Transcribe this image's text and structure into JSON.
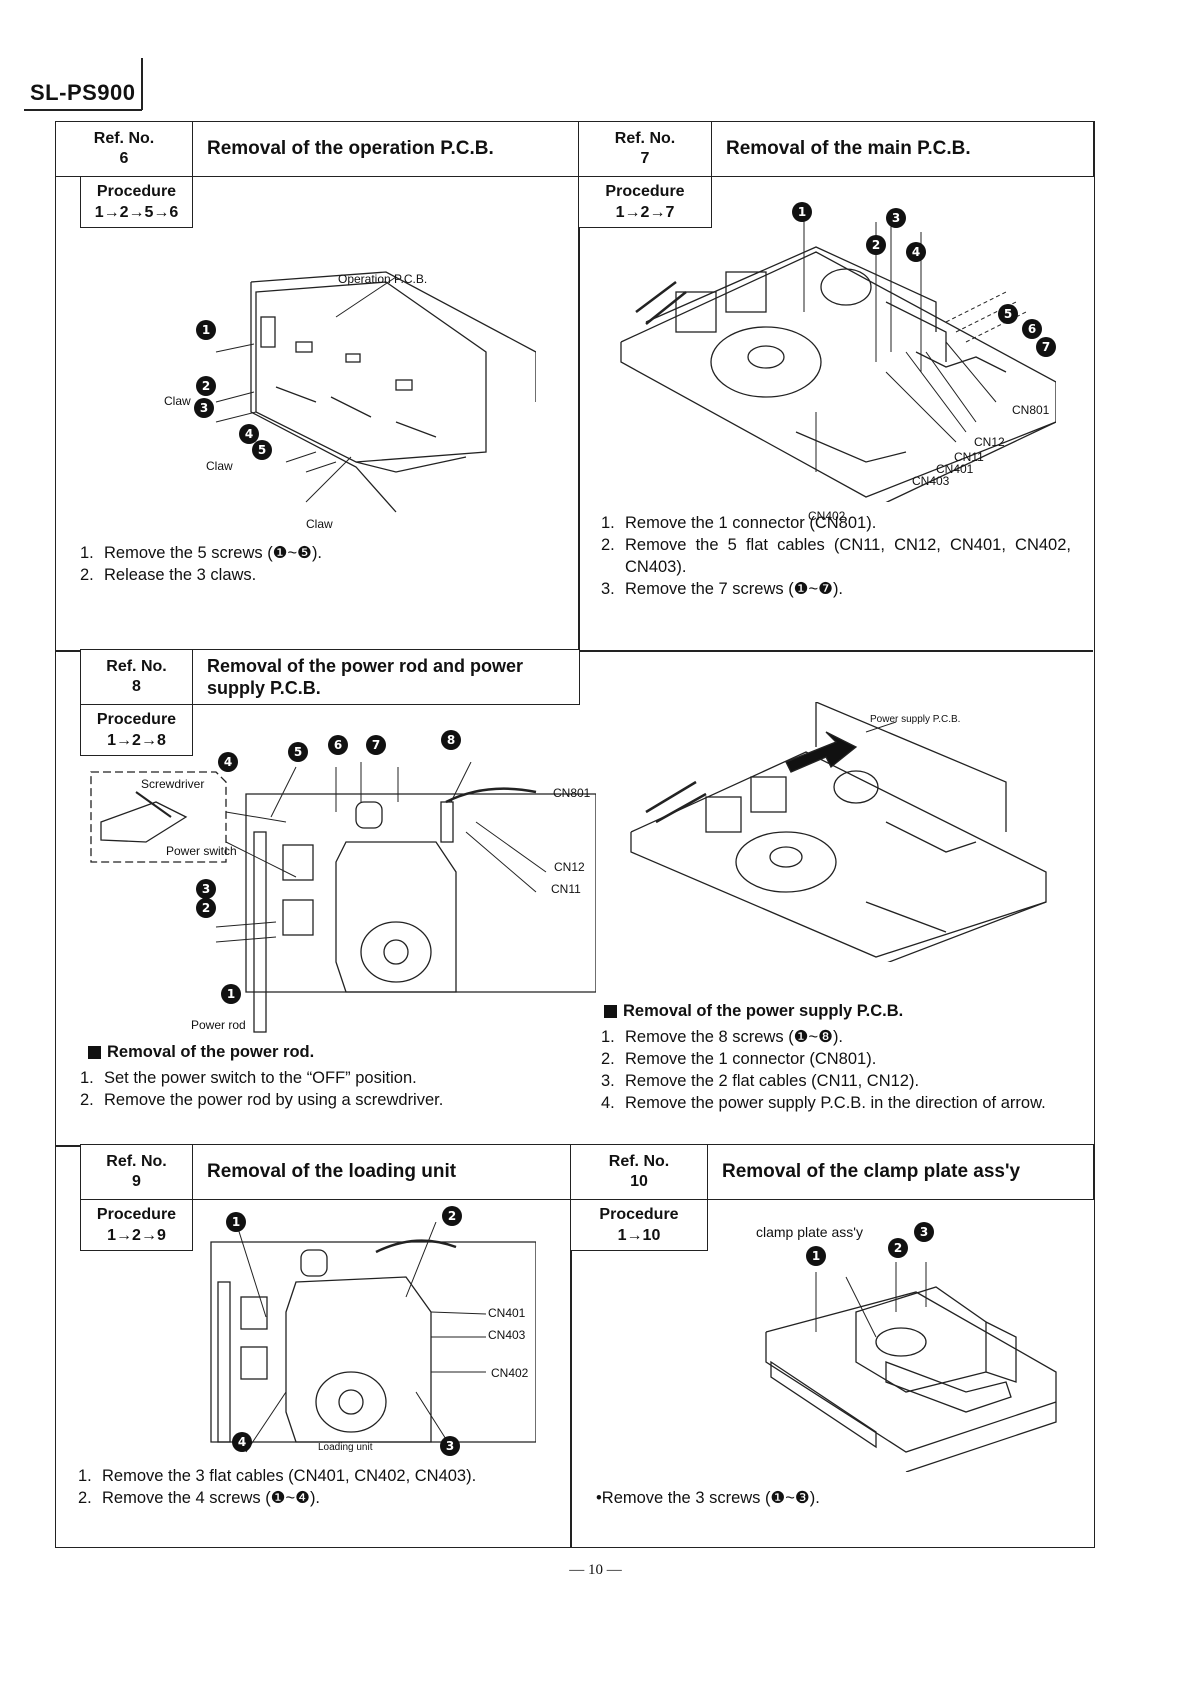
{
  "header": {
    "model": "SL-PS900"
  },
  "footer": {
    "page": "— 10 —"
  },
  "sections": {
    "s6": {
      "ref_label": "Ref. No.",
      "ref_no": "6",
      "title": "Removal of the operation P.C.B.",
      "proc_label": "Procedure",
      "proc": "1→2→5→6",
      "steps": [
        "Remove the 5 screws (❶~❺).",
        "Release the 3 claws."
      ],
      "fig_labels": {
        "pcb": "Operation P.C.B.",
        "claw1": "Claw",
        "claw2": "Claw",
        "claw3": "Claw"
      }
    },
    "s7": {
      "ref_label": "Ref. No.",
      "ref_no": "7",
      "title": "Removal of the main P.C.B.",
      "proc_label": "Procedure",
      "proc": "1→2→7",
      "steps": [
        "Remove the 1 connector (CN801).",
        "Remove the 5 flat cables (CN11, CN12, CN401, CN402, CN403).",
        "Remove the 7 screws (❶~❼)."
      ],
      "fig_labels": {
        "cn801": "CN801",
        "cn12": "CN12",
        "cn11": "CN11",
        "cn401": "CN401",
        "cn403": "CN403",
        "cn402": "CN402"
      }
    },
    "s8": {
      "ref_label": "Ref. No.",
      "ref_no": "8",
      "title": "Removal of the power rod and power supply P.C.B.",
      "proc_label": "Procedure",
      "proc": "1→2→8",
      "sub_rod": "Removal of the power rod.",
      "steps_rod": [
        "Set the power switch to the “OFF” position.",
        "Remove the power rod by using a screwdriver."
      ],
      "sub_psu": "Removal of the power supply P.C.B.",
      "steps_psu": [
        "Remove the 8 screws (❶~❽).",
        "Remove the 1 connector (CN801).",
        "Remove the 2 flat cables (CN11, CN12).",
        "Remove the power supply P.C.B. in the direction of arrow."
      ],
      "fig_labels": {
        "screwdriver": "Screwdriver",
        "power_switch": "Power switch",
        "power_rod": "Power rod",
        "cn801": "CN801",
        "cn12": "CN12",
        "cn11": "CN11",
        "psu": "Power supply P.C.B."
      }
    },
    "s9": {
      "ref_label": "Ref. No.",
      "ref_no": "9",
      "title": "Removal of the loading unit",
      "proc_label": "Procedure",
      "proc": "1→2→9",
      "steps": [
        "Remove the 3 flat cables (CN401, CN402, CN403).",
        "Remove the 4 screws (❶~❹)."
      ],
      "fig_labels": {
        "cn401": "CN401",
        "cn403": "CN403",
        "cn402": "CN402",
        "loading": "Loading unit"
      }
    },
    "s10": {
      "ref_label": "Ref. No.",
      "ref_no": "10",
      "title": "Removal of the clamp plate ass'y",
      "proc_label": "Procedure",
      "proc": "1→10",
      "steps": [
        "•Remove the 3 screws (❶~❸)."
      ],
      "fig_labels": {
        "clamp": "clamp plate ass'y"
      }
    }
  }
}
